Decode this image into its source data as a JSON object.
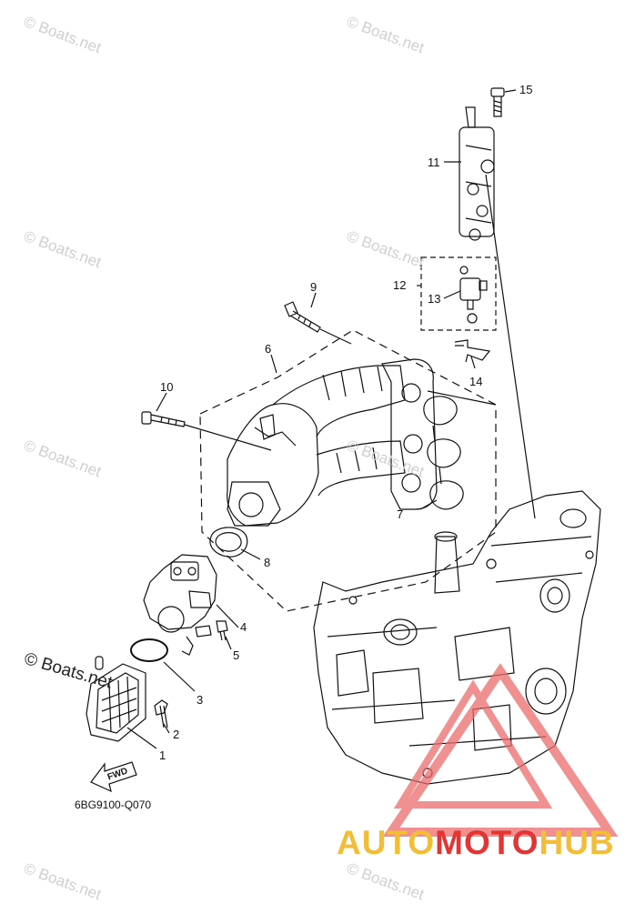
{
  "watermark": "© Boats.net",
  "copyright_overlay": "© Boats.net",
  "part_code": "6BG9100-Q070",
  "fwd_label": "FWD",
  "brand": {
    "part1": "AUTO",
    "part2": "MOTO",
    "part3": "HUB"
  },
  "callouts": {
    "c1": "1",
    "c2": "2",
    "c3": "3",
    "c4": "4",
    "c5": "5",
    "c6": "6",
    "c7": "7",
    "c8": "8",
    "c9": "9",
    "c10": "10",
    "c11": "11",
    "c12": "12",
    "c13": "13",
    "c14": "14",
    "c15": "15"
  },
  "colors": {
    "line": "#111111",
    "watermark": "#cfcfcf",
    "brand_yellow": "#f3bd38",
    "brand_red": "#e33533"
  }
}
